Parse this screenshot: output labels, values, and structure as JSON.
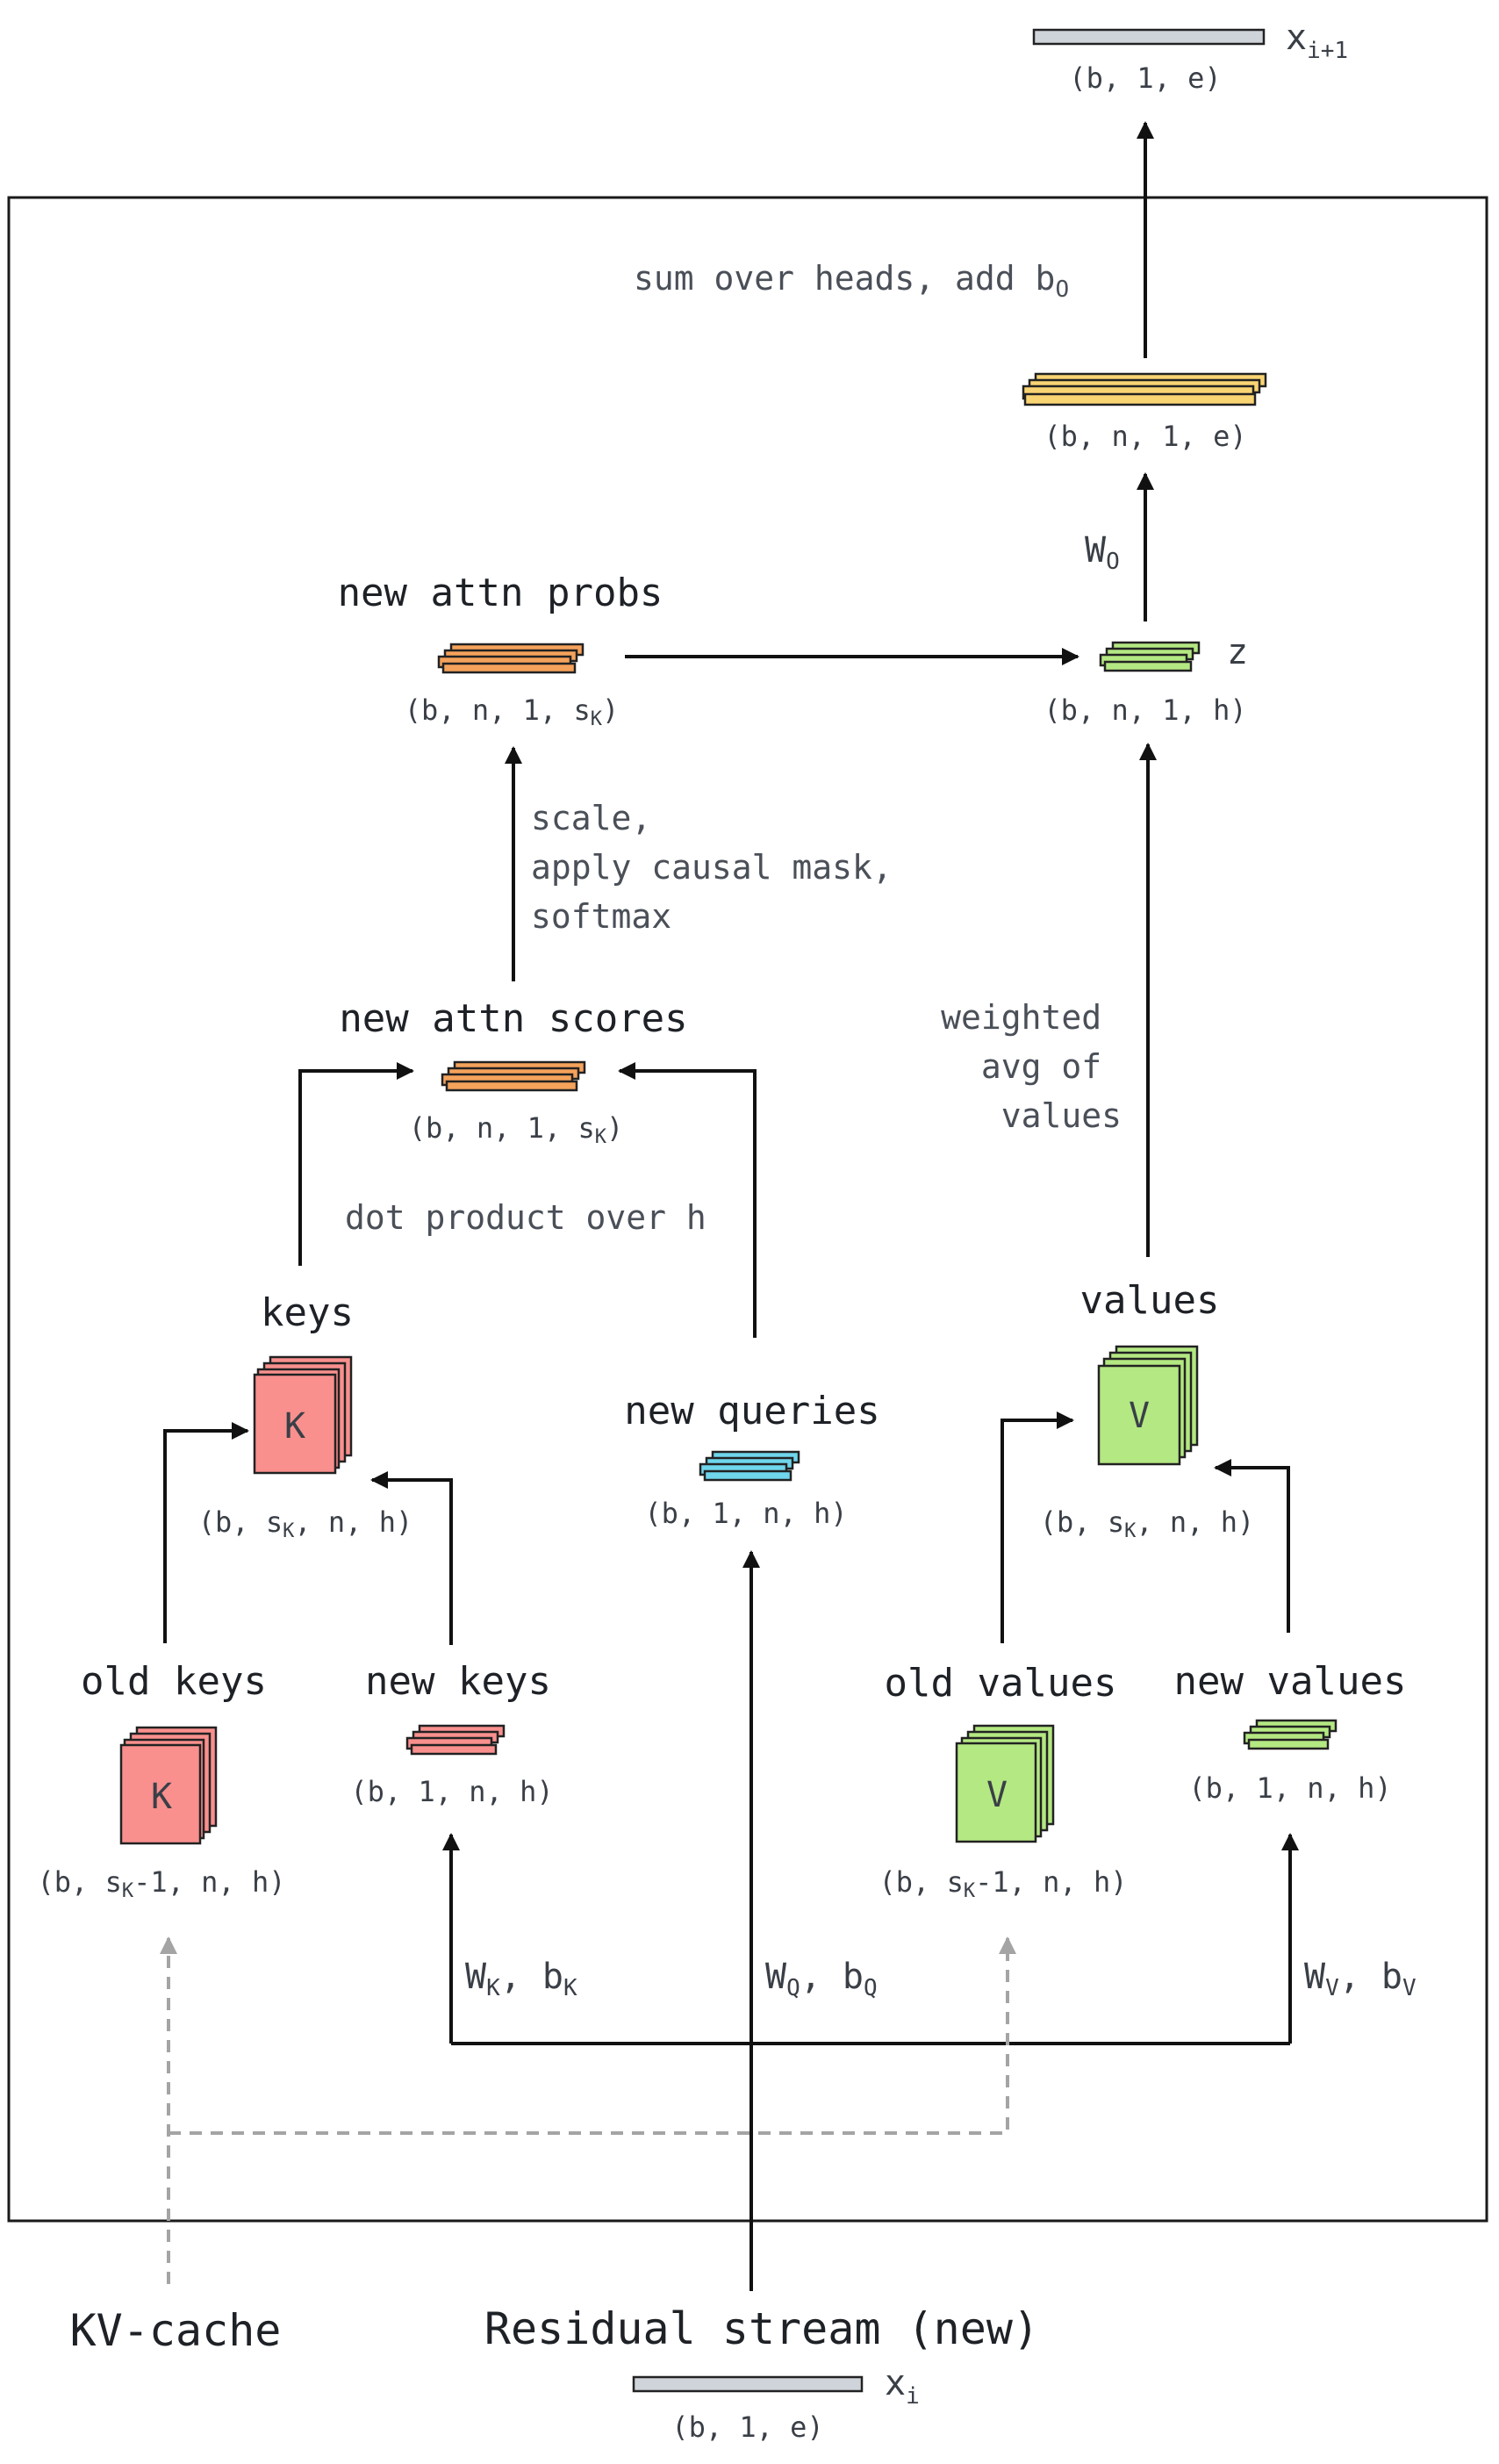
{
  "output": {
    "symbol": "x",
    "subscript": "i+1",
    "shape": "(b, 1, e)"
  },
  "sum_heads": {
    "annotation": "sum over heads, add b",
    "sub": "O"
  },
  "heads_out": {
    "shape": "(b, n, 1, e)"
  },
  "wo": {
    "label": "W",
    "sub": "O"
  },
  "attn_probs": {
    "label": "new attn probs",
    "shape": "(b, n, 1, s",
    "sub": "K",
    "close": ")"
  },
  "z": {
    "label": "z",
    "shape": "(b, n, 1, h)"
  },
  "softmax_note": [
    "scale,",
    "apply causal mask,",
    "softmax"
  ],
  "weighted_note": [
    "weighted",
    "avg of",
    "values"
  ],
  "attn_scores": {
    "label": "new attn scores",
    "shape": "(b, n, 1, s",
    "sub": "K",
    "close": ")"
  },
  "dot_note": "dot product over h",
  "keys": {
    "label": "keys",
    "letter": "K",
    "shape": "(b, s",
    "sub": "K",
    "rest": ", n, h)"
  },
  "values": {
    "label": "values",
    "letter": "V",
    "shape": "(b, s",
    "sub": "K",
    "rest": ", n, h)"
  },
  "queries": {
    "label": "new queries",
    "shape": "(b, 1, n, h)"
  },
  "old_keys": {
    "label": "old keys",
    "letter": "K",
    "shape": "(b, s",
    "sub": "K",
    "rest": "-1, n, h)"
  },
  "new_keys": {
    "label": "new keys",
    "shape": "(b, 1, n, h)"
  },
  "old_values": {
    "label": "old values",
    "letter": "V",
    "shape": "(b, s",
    "sub": "K",
    "rest": "-1, n, h)"
  },
  "new_values": {
    "label": "new values",
    "shape": "(b, 1, n, h)"
  },
  "wk": {
    "w": "W",
    "wsub": "K",
    "sep": ", b",
    "bsub": "K"
  },
  "wq": {
    "w": "W",
    "wsub": "Q",
    "sep": ", b",
    "bsub": "Q"
  },
  "wv": {
    "w": "W",
    "wsub": "V",
    "sep": ", b",
    "bsub": "V"
  },
  "kv_cache": "KV-cache",
  "residual": {
    "label": "Residual stream (new)",
    "symbol": "x",
    "subscript": "i",
    "shape": "(b, 1, e)"
  },
  "colors": {
    "keys": "#f9908e",
    "values": "#b4e882",
    "queries": "#6fd6ec",
    "attn": "#f5a25b",
    "heads": "#f9d473",
    "residual": "#cfd3da"
  }
}
